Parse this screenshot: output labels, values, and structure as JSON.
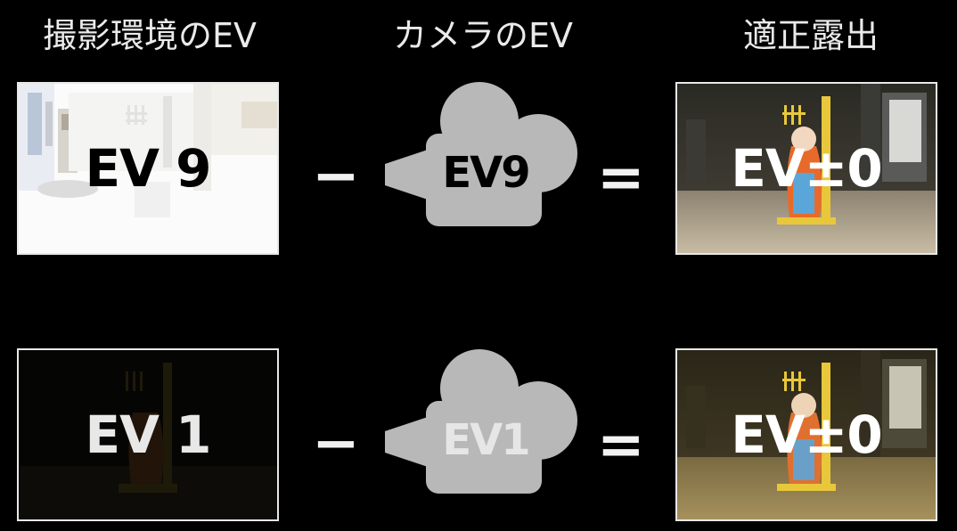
{
  "headers": {
    "scene_ev": "撮影環境のEV",
    "camera_ev": "カメラのEV",
    "proper_exposure": "適正露出"
  },
  "rows": [
    {
      "scene_label": "EV 9",
      "operator": "−",
      "camera_label": "EV9",
      "equals": "=",
      "result_label": "EV±0"
    },
    {
      "scene_label": "EV 1",
      "operator": "−",
      "camera_label": "EV1",
      "equals": "=",
      "result_label": "EV±0"
    }
  ],
  "icons": {
    "camera": "movie-camera-icon"
  },
  "colors": {
    "background": "#000000",
    "camera_body": "#b8b8b8",
    "text_light": "#f0f0f0",
    "text_dark": "#000000"
  }
}
